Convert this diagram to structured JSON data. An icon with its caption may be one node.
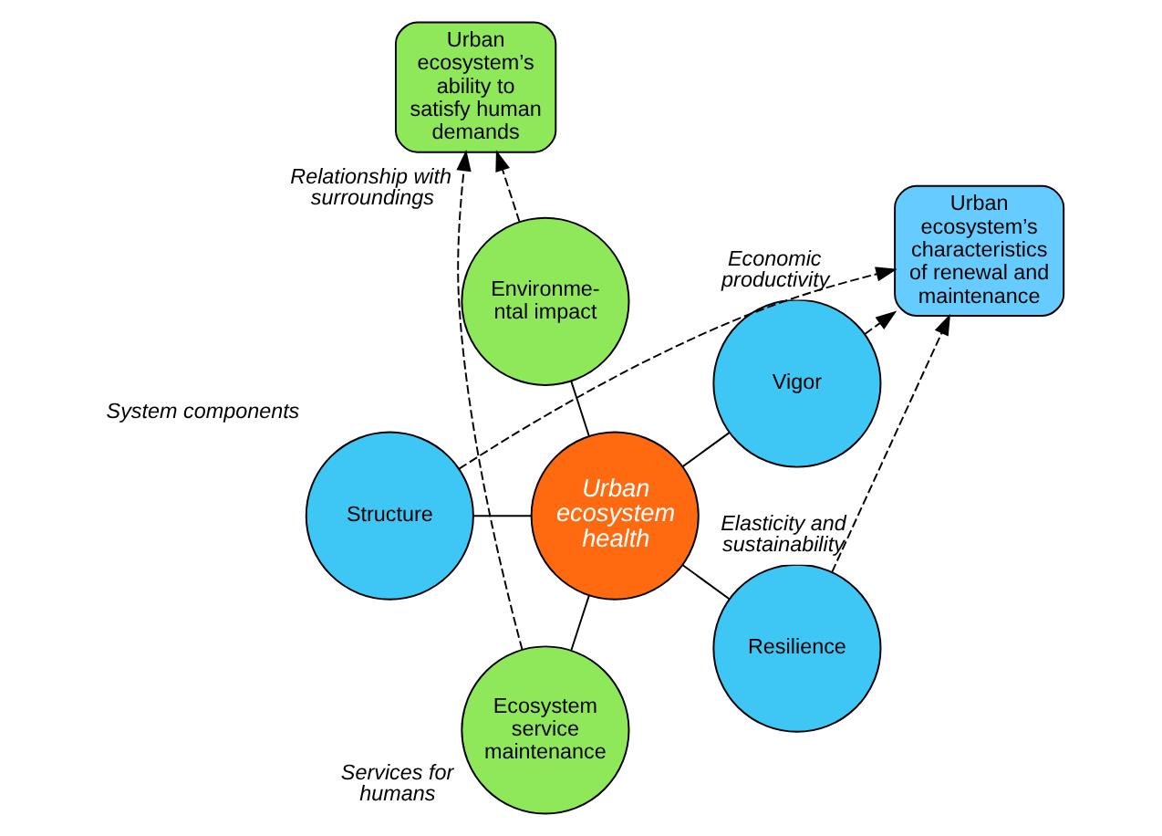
{
  "diagram": {
    "nodes": [
      {
        "text": [
          "Vigor"
        ],
        "beside": [
          "Economic productivity"
        ]
      },
      {
        "text": [
          "Environme- ntal impact"
        ],
        "beside": [
          "Relationship with surroundings"
        ]
      },
      {
        "text": [
          "Urban ecosystem health"
        ]
      },
      {
        "text": [
          "Structure"
        ],
        "beside": [
          "System components"
        ]
      },
      {
        "text": [
          "Ecosystem service maintenance"
        ],
        "beside": [
          "Services for humans"
        ]
      },
      {
        "text": [
          "Resilience"
        ],
        "beside": [
          "Elasticity and sustainability"
        ]
      },
      {
        "text": [
          "Urban ecosystem’s characteristics of renewal and maintenance"
        ]
      },
      {
        "text": [
          "Urban ecosystem’s ability to satisfy human demands"
        ]
      }
    ],
    "edges": [
      {
        "from": 2,
        "to": 0,
        "arrow": "none"
      },
      {
        "from": 2,
        "to": 1,
        "arrow": "none"
      },
      {
        "from": 2,
        "to": 3,
        "arrow": "none"
      },
      {
        "from": 2,
        "to": 4,
        "arrow": "none"
      },
      {
        "from": 2,
        "to": 5,
        "arrow": "none"
      },
      {
        "from": 0,
        "to": 6,
        "arrow": "to",
        "style": "dashed"
      },
      {
        "from": 3,
        "to": 6,
        "arrow": "to",
        "style": "dashed"
      },
      {
        "from": 5,
        "to": 6,
        "arrow": "to",
        "style": "dashed"
      },
      {
        "from": 1,
        "to": 7,
        "arrow": "to",
        "style": "dashed"
      },
      {
        "from": 4,
        "to": 7,
        "arrow": "to",
        "style": "dashed"
      }
    ]
  }
}
